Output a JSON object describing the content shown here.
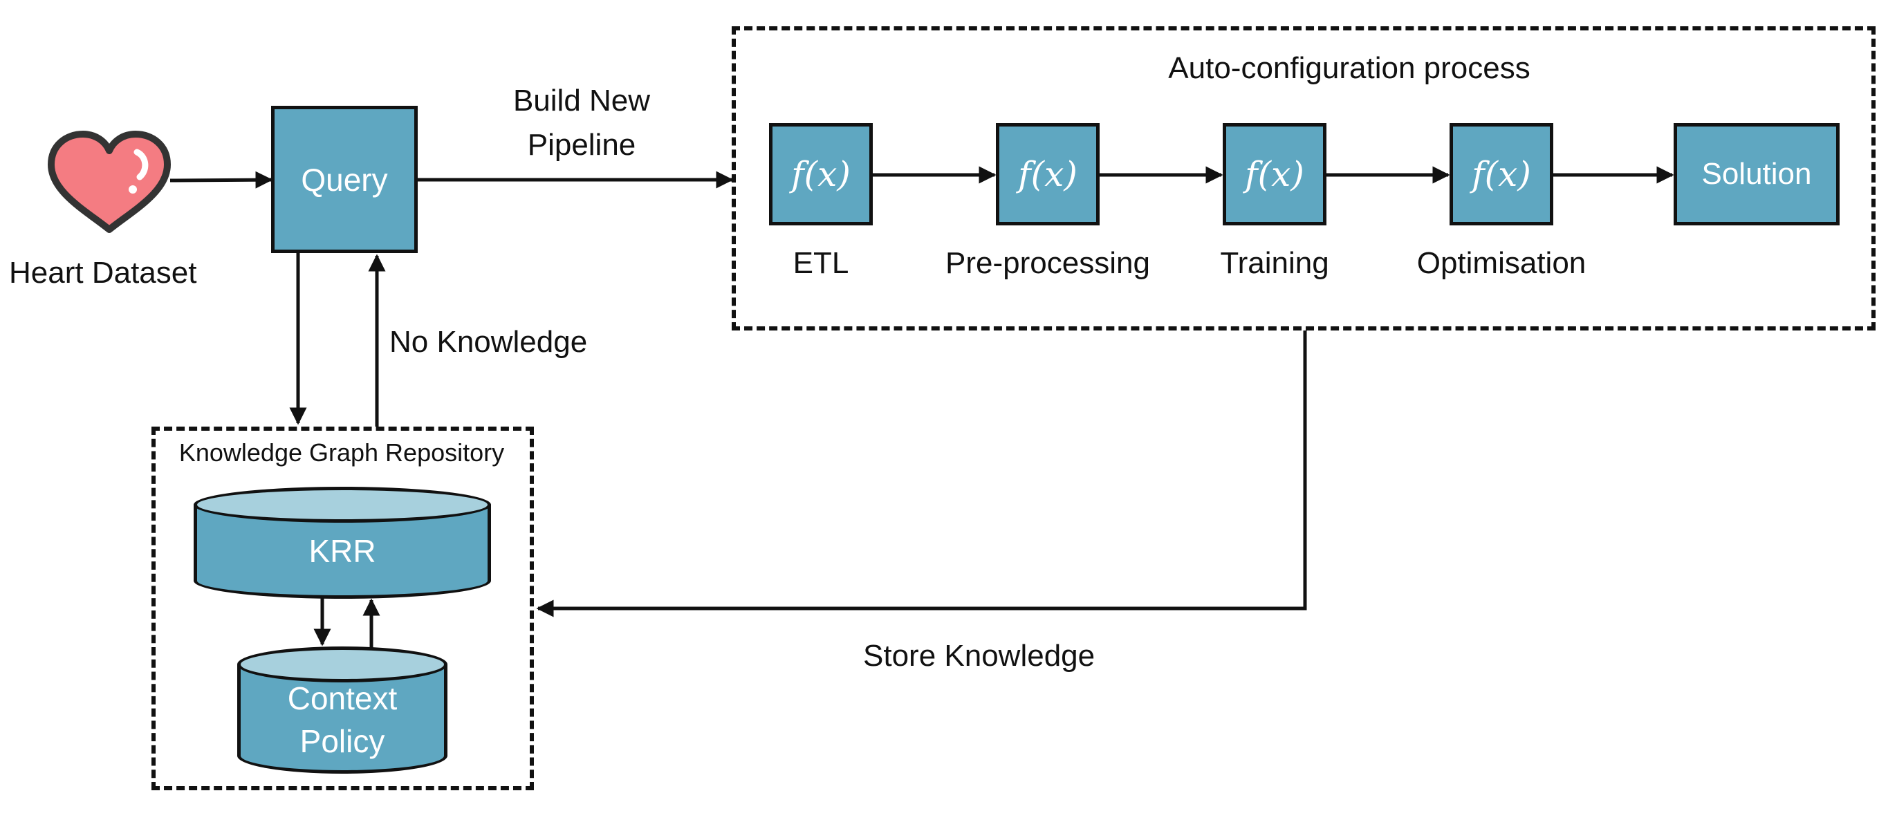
{
  "dataset": {
    "label": "Heart Dataset",
    "icon": "heart-icon"
  },
  "query": {
    "label": "Query"
  },
  "edges": {
    "build_pipeline": "Build New\nPipeline",
    "no_knowledge": "No Knowledge",
    "store_knowledge": "Store Knowledge"
  },
  "auto_config": {
    "title": "Auto-configuration process",
    "steps": [
      {
        "symbol": "f(x)",
        "label": "ETL"
      },
      {
        "symbol": "f(x)",
        "label": "Pre-processing"
      },
      {
        "symbol": "f(x)",
        "label": "Training"
      },
      {
        "symbol": "f(x)",
        "label": "Optimisation"
      }
    ],
    "solution": "Solution"
  },
  "repository": {
    "title": "Knowledge Graph Repository",
    "krr": "KRR",
    "context_line1": "Context",
    "context_line2": "Policy"
  },
  "colors": {
    "node_fill": "#5fa7c1",
    "cyl_top": "#a7d0dd",
    "heart": "#f47c82",
    "stroke": "#111111"
  }
}
